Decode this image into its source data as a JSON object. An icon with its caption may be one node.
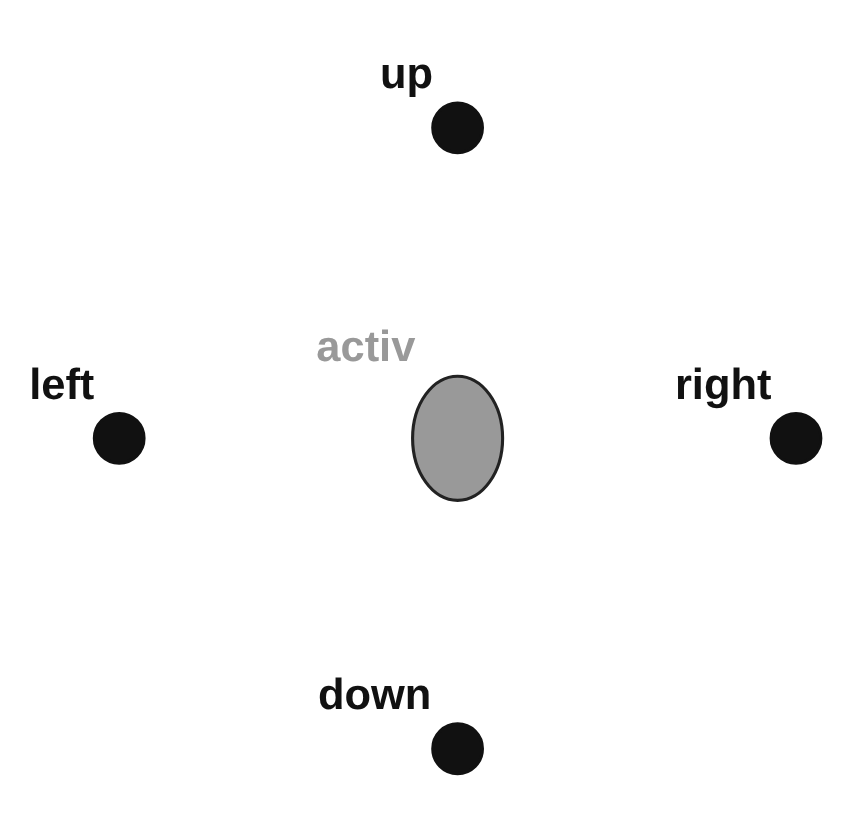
{
  "diagram": {
    "nodes": [
      {
        "text": [],
        "shape": "dot",
        "beside": [
          "up"
        ]
      },
      {
        "text": [],
        "shape": "dot",
        "beside": [
          "left"
        ]
      },
      {
        "text": [],
        "shape": "ellipse",
        "beside": [
          "activ"
        ]
      },
      {
        "text": [],
        "shape": "dot",
        "beside": [
          "right"
        ]
      },
      {
        "text": [],
        "shape": "dot",
        "beside": [
          "down"
        ]
      }
    ]
  }
}
